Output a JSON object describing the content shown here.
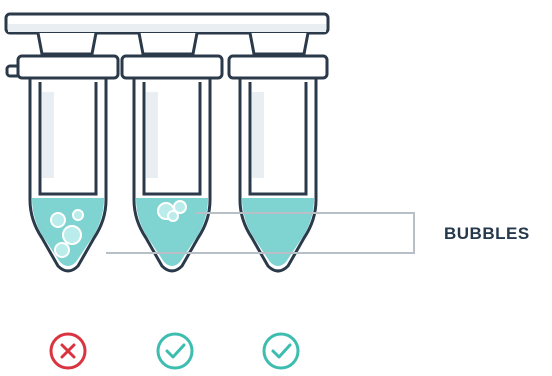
{
  "label": {
    "text": "BUBBLES"
  },
  "tubes": [
    {
      "id": "tube-1",
      "has_bubbles": true,
      "status": "incorrect",
      "status_icon": "x-icon"
    },
    {
      "id": "tube-2",
      "has_bubbles": true,
      "status": "correct",
      "status_icon": "check-icon"
    },
    {
      "id": "tube-3",
      "has_bubbles": false,
      "status": "correct",
      "status_icon": "check-icon"
    }
  ],
  "colors": {
    "outline": "#2b3a4a",
    "liquid": "#7fd3d0",
    "liquid_light": "#b9ecea",
    "tube_fill": "#ffffff",
    "highlight": "#e9eef2",
    "label": "#25394d",
    "callout_line": "#b8bfc6",
    "bad": "#d9343f",
    "good": "#3dbdb0"
  }
}
